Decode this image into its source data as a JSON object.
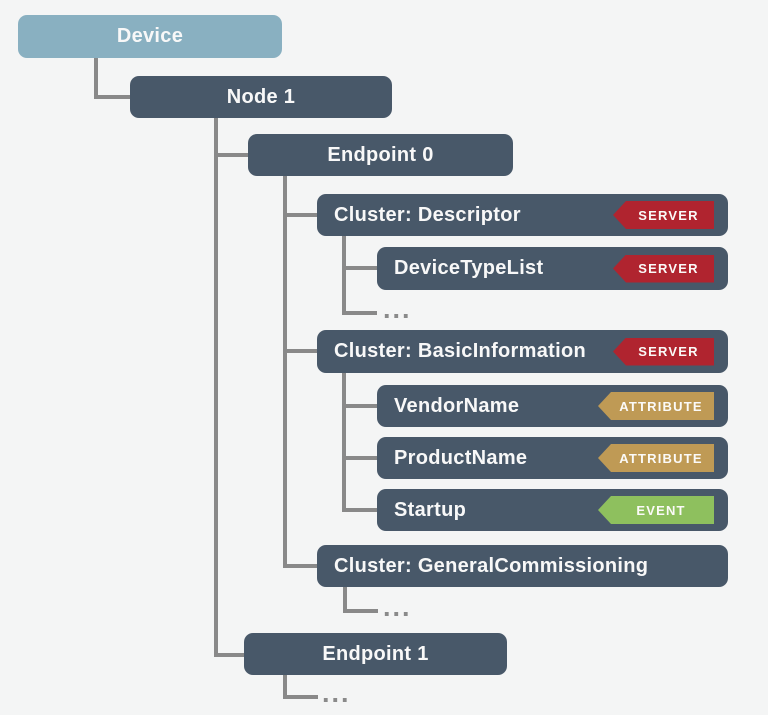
{
  "diagram": {
    "name": "device-data-model-tree",
    "colors": {
      "background": "#f4f5f5",
      "connector": "#898989",
      "box_text": "#f8f8f8",
      "device_box": "#89b0c1",
      "dark_box": "#485869",
      "badge_server": "#b0242f",
      "badge_attribute": "#bf9a55",
      "badge_event": "#8ec05e",
      "ellipsis": "#8a8a8a"
    },
    "nodes": [
      {
        "id": "device",
        "label": "Device",
        "variant": "device"
      },
      {
        "id": "node-1",
        "label": "Node 1",
        "variant": "dark"
      },
      {
        "id": "endpoint-0",
        "label": "Endpoint 0",
        "variant": "dark"
      },
      {
        "id": "cluster-descriptor",
        "label": "Cluster: Descriptor",
        "variant": "dark",
        "badge": "SERVER",
        "badge_type": "server"
      },
      {
        "id": "attr-device-type-list",
        "label": "DeviceTypeList",
        "variant": "dark",
        "badge": "SERVER",
        "badge_type": "server"
      },
      {
        "id": "ellipsis-descriptor",
        "label": "...",
        "variant": "ellipsis"
      },
      {
        "id": "cluster-basic-information",
        "label": "Cluster: BasicInformation",
        "variant": "dark",
        "badge": "SERVER",
        "badge_type": "server"
      },
      {
        "id": "attr-vendor-name",
        "label": "VendorName",
        "variant": "dark",
        "badge": "ATTRIBUTE",
        "badge_type": "attribute"
      },
      {
        "id": "attr-product-name",
        "label": "ProductName",
        "variant": "dark",
        "badge": "ATTRIBUTE",
        "badge_type": "attribute"
      },
      {
        "id": "event-startup",
        "label": "Startup",
        "variant": "dark",
        "badge": "EVENT",
        "badge_type": "event"
      },
      {
        "id": "cluster-general-commissioning",
        "label": "Cluster: GeneralCommissioning",
        "variant": "dark"
      },
      {
        "id": "ellipsis-general-commissioning",
        "label": "...",
        "variant": "ellipsis"
      },
      {
        "id": "endpoint-1",
        "label": "Endpoint 1",
        "variant": "dark"
      },
      {
        "id": "ellipsis-endpoint-1",
        "label": "...",
        "variant": "ellipsis"
      }
    ]
  }
}
